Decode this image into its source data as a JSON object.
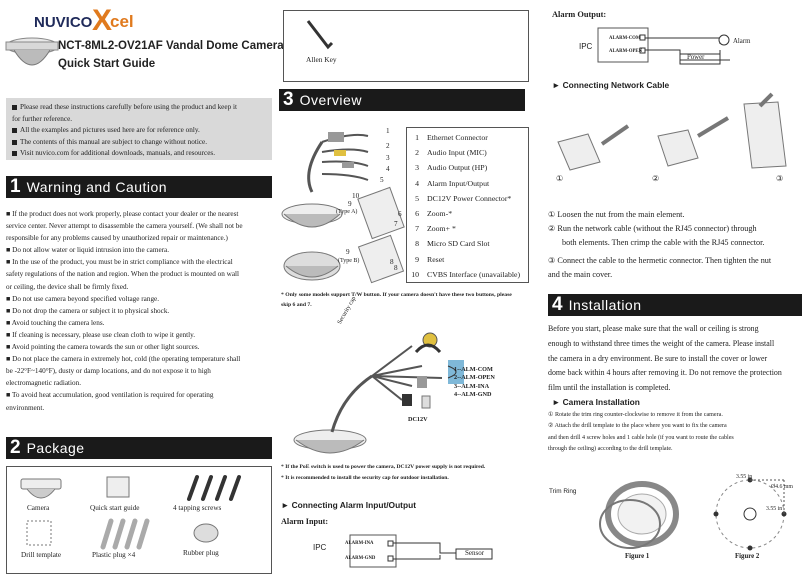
{
  "brand": {
    "name_a": "NUVICO",
    "name_b": "cel",
    "x_glyph": "X"
  },
  "header": {
    "model": "NCT-8ML2-OV21AF Vandal Dome Camera",
    "subtitle": "Quick Start Guide"
  },
  "allen_key_label": "Allen Key",
  "notes": [
    "Please read these instructions carefully before using the product and keep it",
    "for further reference.",
    "All the examples and pictures used here are for reference only.",
    "The contents of this manual are subject to change without notice.",
    "Visit nuvico.com for additional downloads, manuals, and resources."
  ],
  "section1": {
    "num": "1",
    "title": "Warning and Caution",
    "lines": [
      "■ If the product does not work properly, please contact your dealer or the nearest",
      "service center. Never attempt to disassemble the camera yourself. (We shall not be",
      "responsible for any problems caused by unauthorized repair or maintenance.)",
      "■ Do not allow water or liquid intrusion into the camera.",
      "■ In the use of the product, you must be in strict compliance with the electrical",
      "safety regulations of the nation and region. When the product is mounted on wall",
      "or ceiling, the device shall be firmly fixed.",
      "■ Do not use camera beyond specified voltage range.",
      "■ Do not drop the camera or subject it to physical shock.",
      "■ Avoid touching the camera lens.",
      "■ If cleaning is necessary, please use clean cloth to wipe it gently.",
      "■ Avoid pointing the camera towards the sun or other light sources.",
      "■ Do not place the camera in extremely hot, cold (the operating  temperature shall",
      "be -22°F~140°F), dusty or damp locations, and do not expose it to high",
      "electromagnetic radiation.",
      "■ To avoid heat accumulation, good ventilation is required for operating",
      "environment."
    ]
  },
  "section2": {
    "num": "2",
    "title": "Package",
    "items": [
      "Camera",
      "Quick start guide",
      "4 tapping screws",
      "Drill template",
      "Plastic plug ×4",
      "Rubber plug"
    ]
  },
  "section3": {
    "num": "3",
    "title": "Overview",
    "legend": [
      [
        "1",
        "Ethernet Connector"
      ],
      [
        "2",
        "Audio Input (MIC)"
      ],
      [
        "3",
        "Audio Output (HP)"
      ],
      [
        "4",
        "Alarm Input/Output"
      ],
      [
        "5",
        "DC12V Power Connector*"
      ],
      [
        "6",
        "Zoom-*"
      ],
      [
        "7",
        "Zoom+ *"
      ],
      [
        "8",
        "Micro SD Card Slot"
      ],
      [
        "9",
        "Reset"
      ],
      [
        "10",
        "CVBS Interface (unavailable)"
      ]
    ],
    "callouts": [
      "1",
      "2",
      "3",
      "4",
      "5",
      "10",
      "6",
      "7",
      "9",
      "8",
      "9",
      "8"
    ],
    "type_a": "(Type A)",
    "type_b": "(Type B)",
    "note1": "* Only some models support T/W button. If your camera doesn't have these two buttons, please",
    "note1b": "skip 6 and 7.",
    "security_cap": "Security cap",
    "alarm_pins": [
      "1--ALM-COM",
      "2--ALM-OPEN",
      "3--ALM-INA",
      "4--ALM-GND"
    ],
    "dc": "DC12V",
    "note2": "* If the PoE switch is used to power the camera, DC12V power supply is not required.",
    "note3": "* It is recommended to install the security cap for outdoor installation."
  },
  "connecting_alarm": {
    "title": "Connecting Alarm Input/Output",
    "input": "Alarm Input:",
    "ipc": "IPC",
    "pins": [
      "ALARM-INA",
      "ALARM-GND"
    ],
    "sensor": "Sensor"
  },
  "alarm_output": {
    "title": "Alarm Output:",
    "ipc": "IPC",
    "pins": [
      "ALARM-COM",
      "ALARM-OPEN"
    ],
    "alarm": "Alarm",
    "power": "Power"
  },
  "network": {
    "title": "Connecting Network Cable",
    "steps": [
      "①",
      "②",
      "③"
    ],
    "lines": [
      "① Loosen the nut from the main element.",
      "② Run the network cable (without the RJ45 connector) through",
      "both elements. Then crimp the cable with the RJ45 connector.",
      "③ Connect the cable to the hermetic connector. Then tighten the nut",
      "and the main cover."
    ]
  },
  "section4": {
    "num": "4",
    "title": "Installation",
    "lines": [
      "Before you start, please make sure that the wall or ceiling is strong",
      "enough to withstand three times the weight of the camera. Please install",
      "the camera in a dry environment. Be sure to install the cover or lower",
      "dome back within 4 hours after removing it. Do not remove the protection",
      "film until the installation is completed."
    ],
    "cam_title": "Camera Installation",
    "cam_lines": [
      "①    Rotate the trim ring counter-clockwise to remove it from the camera.",
      "②   Attach the drill template to the place where you want to fix the camera",
      "and then drill 4 screw holes and 1 cable hole (if you want to route the cables",
      "through the ceiling) according to the drill template."
    ],
    "trim_ring": "Trim Ring",
    "fig1": "Figure 1",
    "fig2": "Figure 2",
    "dim_a": "3.55 in",
    "dim_b": "3.55 in",
    "dim_c": "Ø4.6 mm"
  }
}
